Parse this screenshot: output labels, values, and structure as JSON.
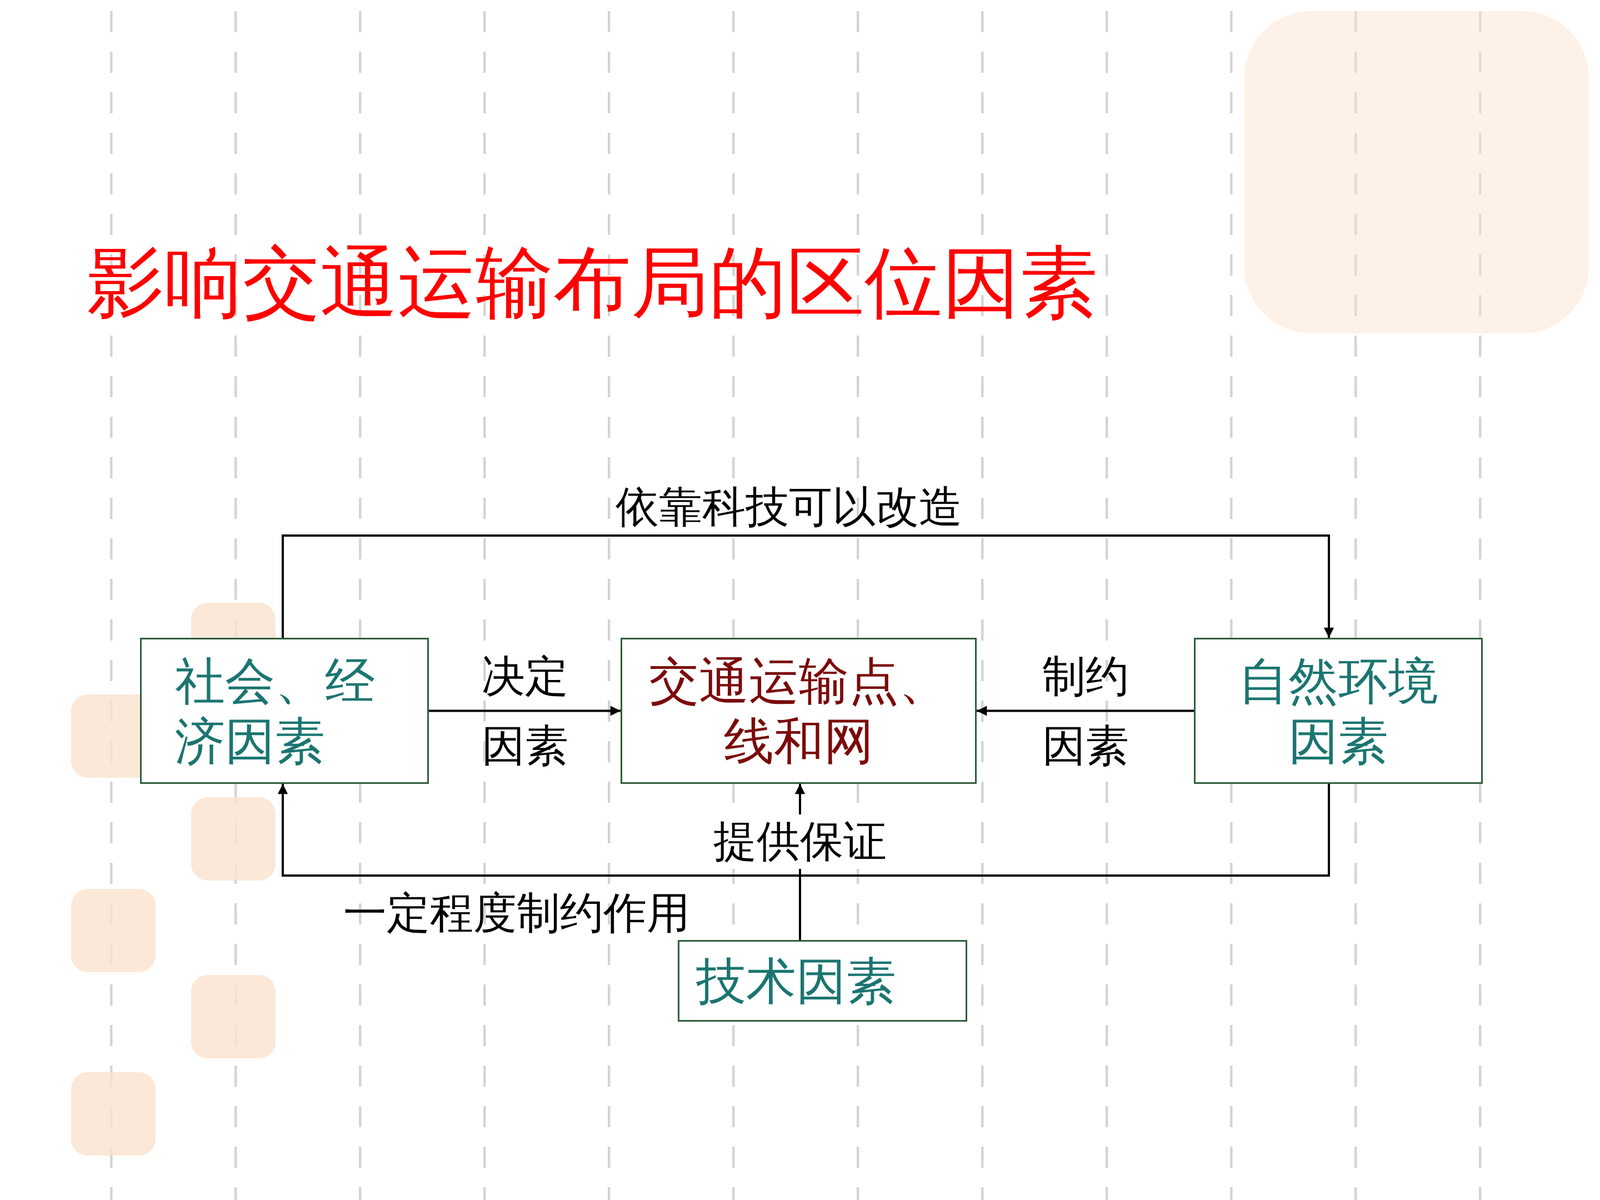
{
  "diagram": {
    "title": "影响交通运输布局的区位因素",
    "nodes": [
      {
        "text": [
          "社会、经济因素"
        ]
      },
      {
        "text": [
          "交通运输点、线和网"
        ]
      },
      {
        "text": [
          "自然环境因素"
        ]
      },
      {
        "text": [
          "技术因素"
        ]
      }
    ],
    "edges": [
      {
        "from": 0,
        "to": 1,
        "label": "决定因素",
        "arrow": "to"
      },
      {
        "from": 2,
        "to": 1,
        "label": "制约因素",
        "arrow": "to"
      },
      {
        "from": 0,
        "to": 2,
        "label": "依靠科技可以改造",
        "arrow": "to"
      },
      {
        "from": 2,
        "to": 0,
        "label": "一定程度制约作用",
        "arrow": "to"
      },
      {
        "from": 3,
        "to": 1,
        "label": "提供保证",
        "arrow": "to"
      }
    ]
  }
}
